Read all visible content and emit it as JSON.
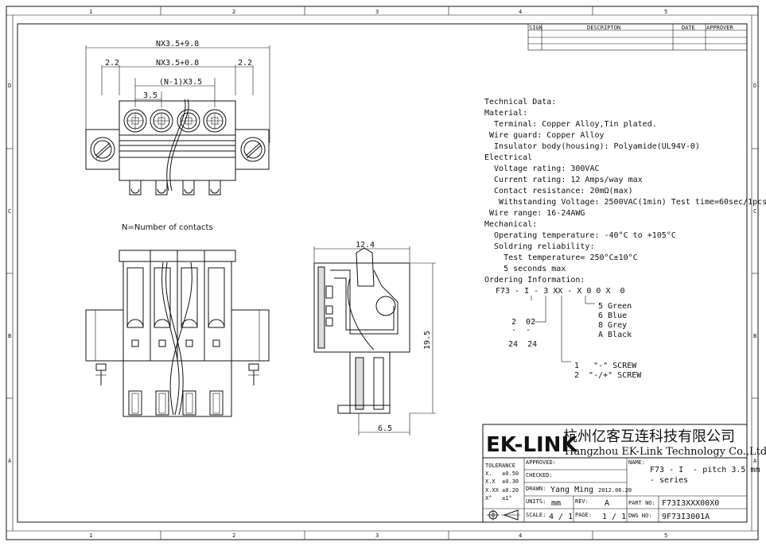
{
  "border": {
    "columns": [
      "1",
      "2",
      "3",
      "4",
      "5"
    ],
    "rows": [
      "D",
      "C",
      "B",
      "A"
    ]
  },
  "revision_table": {
    "headers": [
      "SIGN",
      "DESCRIPTON",
      "DATE",
      "APPROVER"
    ]
  },
  "dimensions": {
    "overall": "NX3.5+9.8",
    "inner": "NX3.5+0.8",
    "left_margin": "2.2",
    "right_margin": "2.2",
    "pitch_span": "(N-1)X3.5",
    "pitch": "3.5",
    "side_width": "12.4",
    "side_height": "19.5",
    "bottom_width": "6.5"
  },
  "note": "N=Number of contacts",
  "technical": [
    "Technical Data:",
    "Material:",
    "  Terminal: Copper Alloy,Tin plated.",
    " Wire guard: Copper Alloy",
    "  Insulator body(housing): Polyamide(UL94V-0)",
    "Electrical",
    "  Voltage rating: 300VAC",
    "  Current rating: 12 Amps/way max",
    "  Contact resistance: 20mΩ(max)",
    "   Withstanding Voltage: 2500VAC(1min) Test time=60sec/1pcs",
    " Wire range: 16-24AWG",
    "Mechanical:",
    "  Operating temperature: -40°C to +105°C",
    "  Soldring reliability:",
    "    Test temperature= 250°C±10°C",
    "    5 seconds max",
    "Ordering Information:"
  ],
  "ordering": {
    "code": "F73 - I - 3 XX - X 0 0 X  0",
    "colors": [
      "5  Green",
      "6  Blue",
      "8  Grey",
      "A  Black"
    ],
    "count_top": "2  02",
    "count_dash": "-  -",
    "count_bottom": "24  24",
    "screws": [
      "1   \"-\" SCREW",
      "2  \"-/+\" SCREW"
    ]
  },
  "title_block": {
    "logo": "EK-LINK",
    "company_cn": "杭州亿客互连科技有限公司",
    "company_en": "Hangzhou EK-Link Technology Co.,Ltd",
    "tolerance_label": "TOLERANCE",
    "tolerances": [
      "X.   ±0.50",
      "X.X  ±0.30",
      "X.XX ±0.20",
      "X°   ±1°"
    ],
    "approved_label": "APPROVED:",
    "checked_label": "CHECKED:",
    "drawn_label": "DRAWN:",
    "drawn_by": "Yang Ming",
    "drawn_date": "2012.06.20",
    "units_label": "UNITS:",
    "units": "mm",
    "rev_label": "REV:",
    "rev": "A",
    "scale_label": "SCALE:",
    "scale": "4 / 1",
    "page_label": "PAGE:",
    "page": "1 / 1",
    "name_label": "NAME:",
    "name_line1": "F73 - I  - pitch 3.5 mm",
    "name_line2": "- series",
    "part_label": "PART NO:",
    "part_no": "F73I3XXX00X0",
    "dwg_label": "DWG NO:",
    "dwg_no": "9F73I3001A"
  }
}
